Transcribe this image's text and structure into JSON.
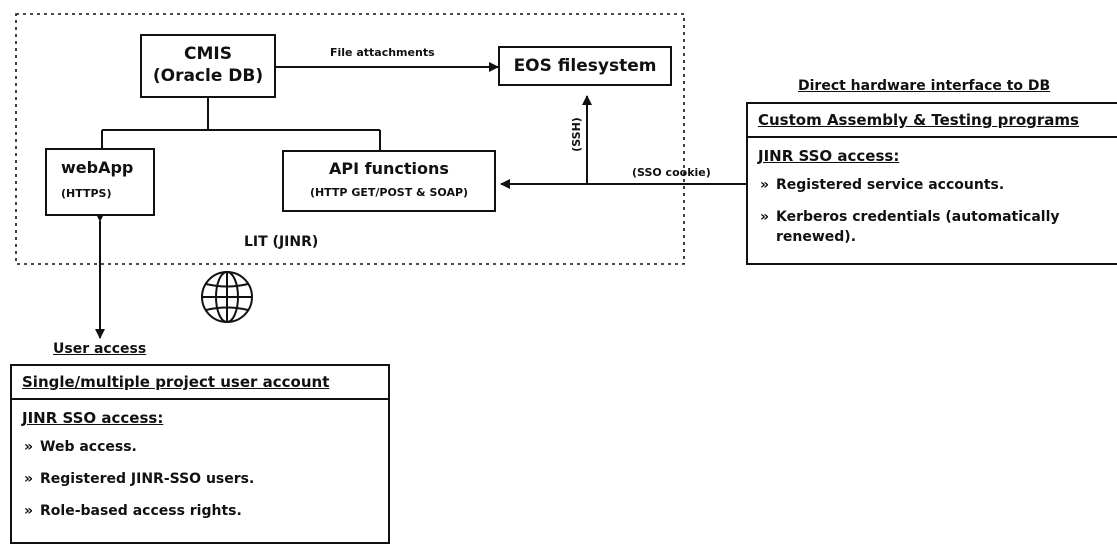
{
  "boundary": {
    "label": "LIT (JINR)"
  },
  "cmis": {
    "line1": "CMIS",
    "line2": "(Oracle DB)"
  },
  "eos": {
    "label": "EOS filesystem"
  },
  "file_attachments": "File attachments",
  "webapp": {
    "title": "webApp",
    "sub": "(HTTPS)"
  },
  "api": {
    "title": "API functions",
    "sub": "(HTTP GET/POST & SOAP)"
  },
  "ssh_label": "(SSH)",
  "sso_cookie_label": "(SSO cookie)",
  "direct_hw_label": "Direct hardware interface to DB",
  "custom_panel": {
    "header": "Custom Assembly & Testing programs",
    "sub": "JINR SSO access:",
    "items": [
      "Registered service accounts.",
      "Kerberos credentials (automatically renewed)."
    ]
  },
  "user_access_label": "User access",
  "user_panel": {
    "header": "Single/multiple project user account",
    "sub": "JINR SSO access:",
    "items": [
      "Web access.",
      "Registered JINR-SSO users.",
      "Role-based access rights."
    ]
  },
  "bullet_mark": "»",
  "icons": {
    "globe": "globe-icon"
  }
}
